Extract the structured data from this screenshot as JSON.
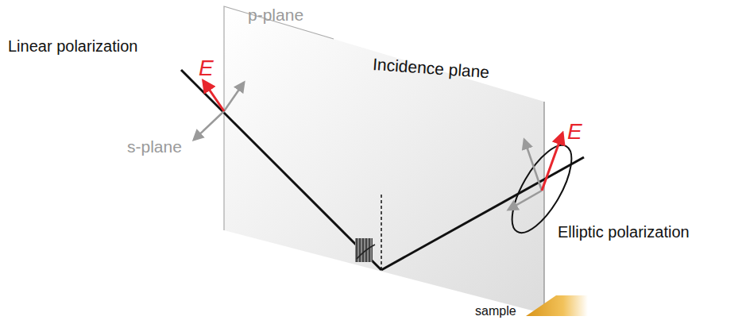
{
  "diagram": {
    "labels": [
      "Linear polarization",
      "E",
      "p-plane",
      "s-plane",
      "Incidence plane",
      "E",
      "Elliptic polarization",
      "sample"
    ]
  }
}
